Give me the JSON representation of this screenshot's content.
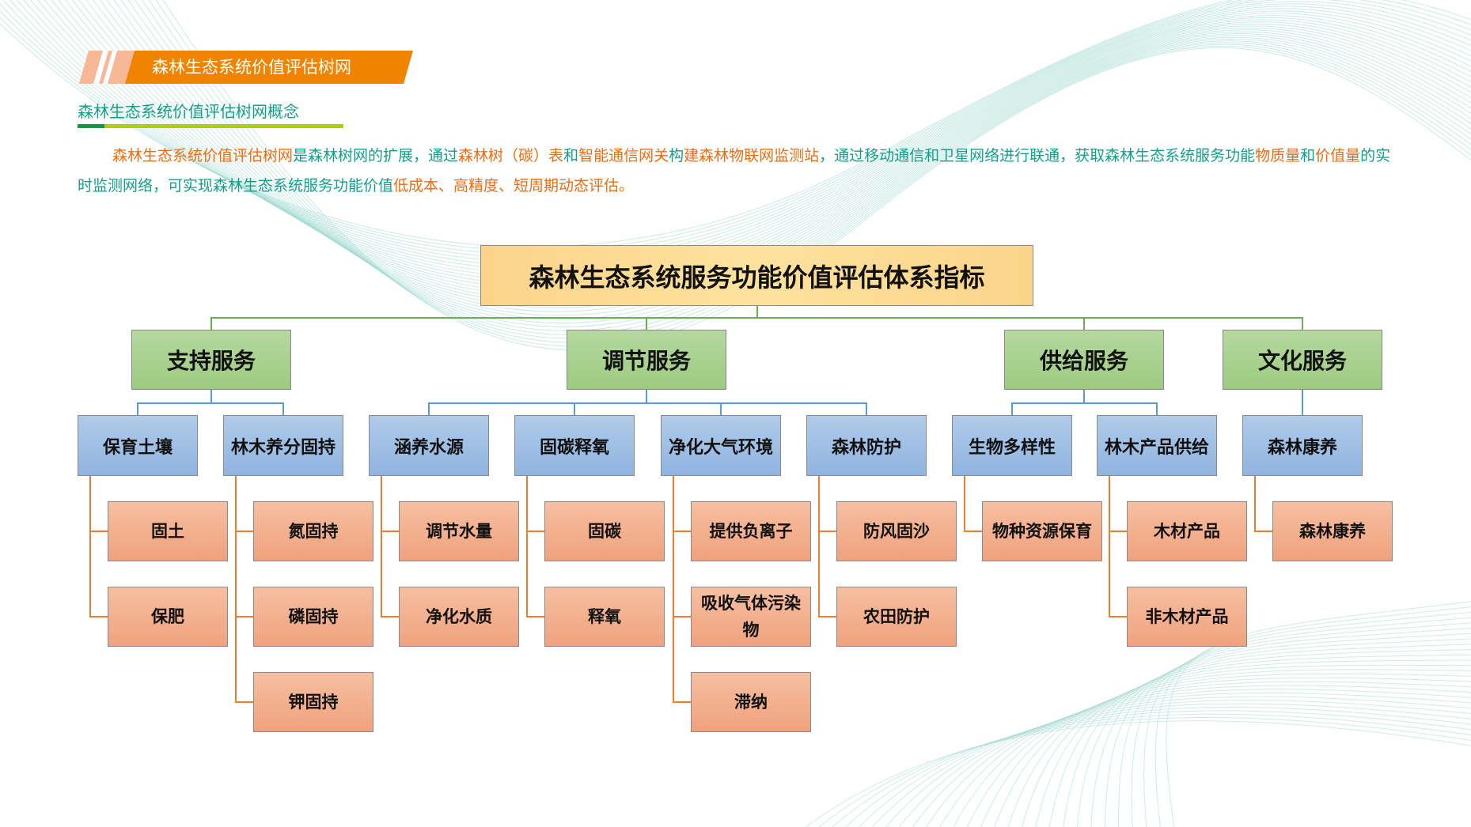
{
  "header": {
    "title": "森林生态系统价值评估树网"
  },
  "concept": {
    "subtitle": "森林生态系统价值评估树网概念",
    "paragraph": [
      {
        "t": "森林生态系统价值评估树网",
        "o": true
      },
      {
        "t": "是森林树网的扩展，通过",
        "o": false
      },
      {
        "t": "森林树（碳）表",
        "o": true
      },
      {
        "t": "和",
        "o": false
      },
      {
        "t": "智能通信网关",
        "o": true
      },
      {
        "t": "构",
        "o": false
      },
      {
        "t": "建森林物联网监测站",
        "o": true
      },
      {
        "t": "，通过移动通信和卫星网络进行联通，获取森林生态系统服务功能",
        "o": false
      },
      {
        "t": "物质量",
        "o": true
      },
      {
        "t": "和",
        "o": false
      },
      {
        "t": "价值量",
        "o": true
      },
      {
        "t": "的实时监测网络，可实现森林生态系统服务功能价值",
        "o": false
      },
      {
        "t": "低成本、高精度、短周期动态评估。",
        "o": true
      }
    ]
  },
  "colors": {
    "orange": "#ee6c0f",
    "teal": "#13a08a",
    "green_line": "#6ab04c",
    "blue_line": "#5b9bd5",
    "orange_line": "#ed7d31"
  },
  "tree": {
    "root": "森林生态系统服务功能价值评估体系指标",
    "groups": [
      {
        "label": "支持服务",
        "children": [
          {
            "label": "保育土壤",
            "children": [
              "固土",
              "保肥"
            ]
          },
          {
            "label": "林木养分固持",
            "children": [
              "氮固持",
              "磷固持",
              "钾固持"
            ]
          }
        ]
      },
      {
        "label": "调节服务",
        "children": [
          {
            "label": "涵养水源",
            "children": [
              "调节水量",
              "净化水质"
            ]
          },
          {
            "label": "固碳释氧",
            "children": [
              "固碳",
              "释氧"
            ]
          },
          {
            "label": "净化大气环境",
            "children": [
              "提供负离子",
              "吸收气体污染物",
              "滞纳"
            ]
          },
          {
            "label": "森林防护",
            "children": [
              "防风固沙",
              "农田防护"
            ]
          }
        ]
      },
      {
        "label": "供给服务",
        "children": [
          {
            "label": "生物多样性",
            "children": [
              "物种资源保育"
            ]
          },
          {
            "label": "林木产品供给",
            "children": [
              "木材产品",
              "非木材产品"
            ]
          }
        ]
      },
      {
        "label": "文化服务",
        "children": [
          {
            "label": "森林康养",
            "children": [
              "森林康养"
            ]
          }
        ]
      }
    ]
  }
}
